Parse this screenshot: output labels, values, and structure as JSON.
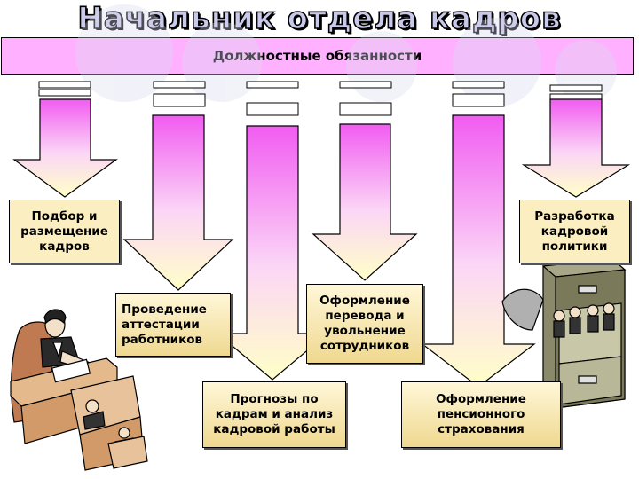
{
  "title": "Начальник отдела кадров",
  "banner": "Должностные обязанности",
  "duties": {
    "d1": "Подбор и\nразмещение\nкадров",
    "d2": "Разработка\nкадровой\nполитики",
    "d3": "Проведение\nаттестации\nработников",
    "d4": "Оформление\nперевода и\nувольнение\nсотрудников",
    "d5": "Прогнозы по\nкадрам и анализ\nкадровой работы",
    "d6": "Оформление\nпенсионного\nстрахования"
  },
  "colors": {
    "banner": "#ffb1ff",
    "arrow_top": "#f15cf1",
    "arrow_bottom": "#ffffc8",
    "box": "#fbeec0"
  },
  "clipart": [
    "office-worker-clipart",
    "filing-cabinet-clipart"
  ]
}
